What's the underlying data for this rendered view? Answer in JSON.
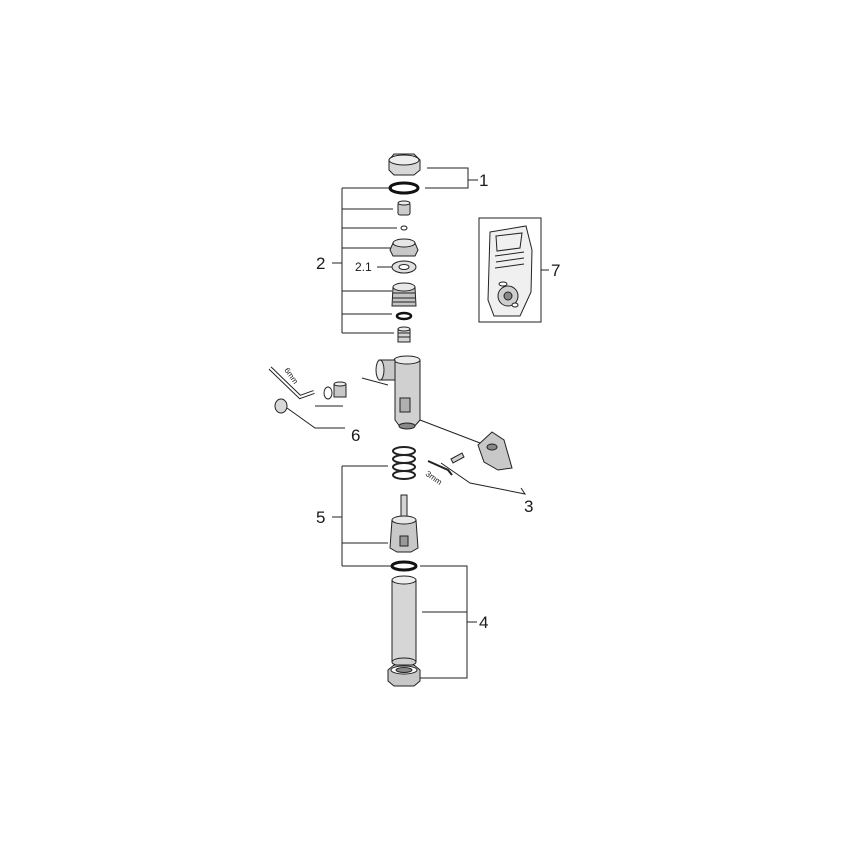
{
  "diagram": {
    "callouts": {
      "c1": "1",
      "c2": "2",
      "c2_1": "2.1",
      "c3": "3",
      "c4": "4",
      "c5": "5",
      "c6": "6",
      "c7": "7"
    },
    "tool_labels": {
      "hex_key_large": "6mm",
      "hex_key_small": "3mm"
    }
  }
}
